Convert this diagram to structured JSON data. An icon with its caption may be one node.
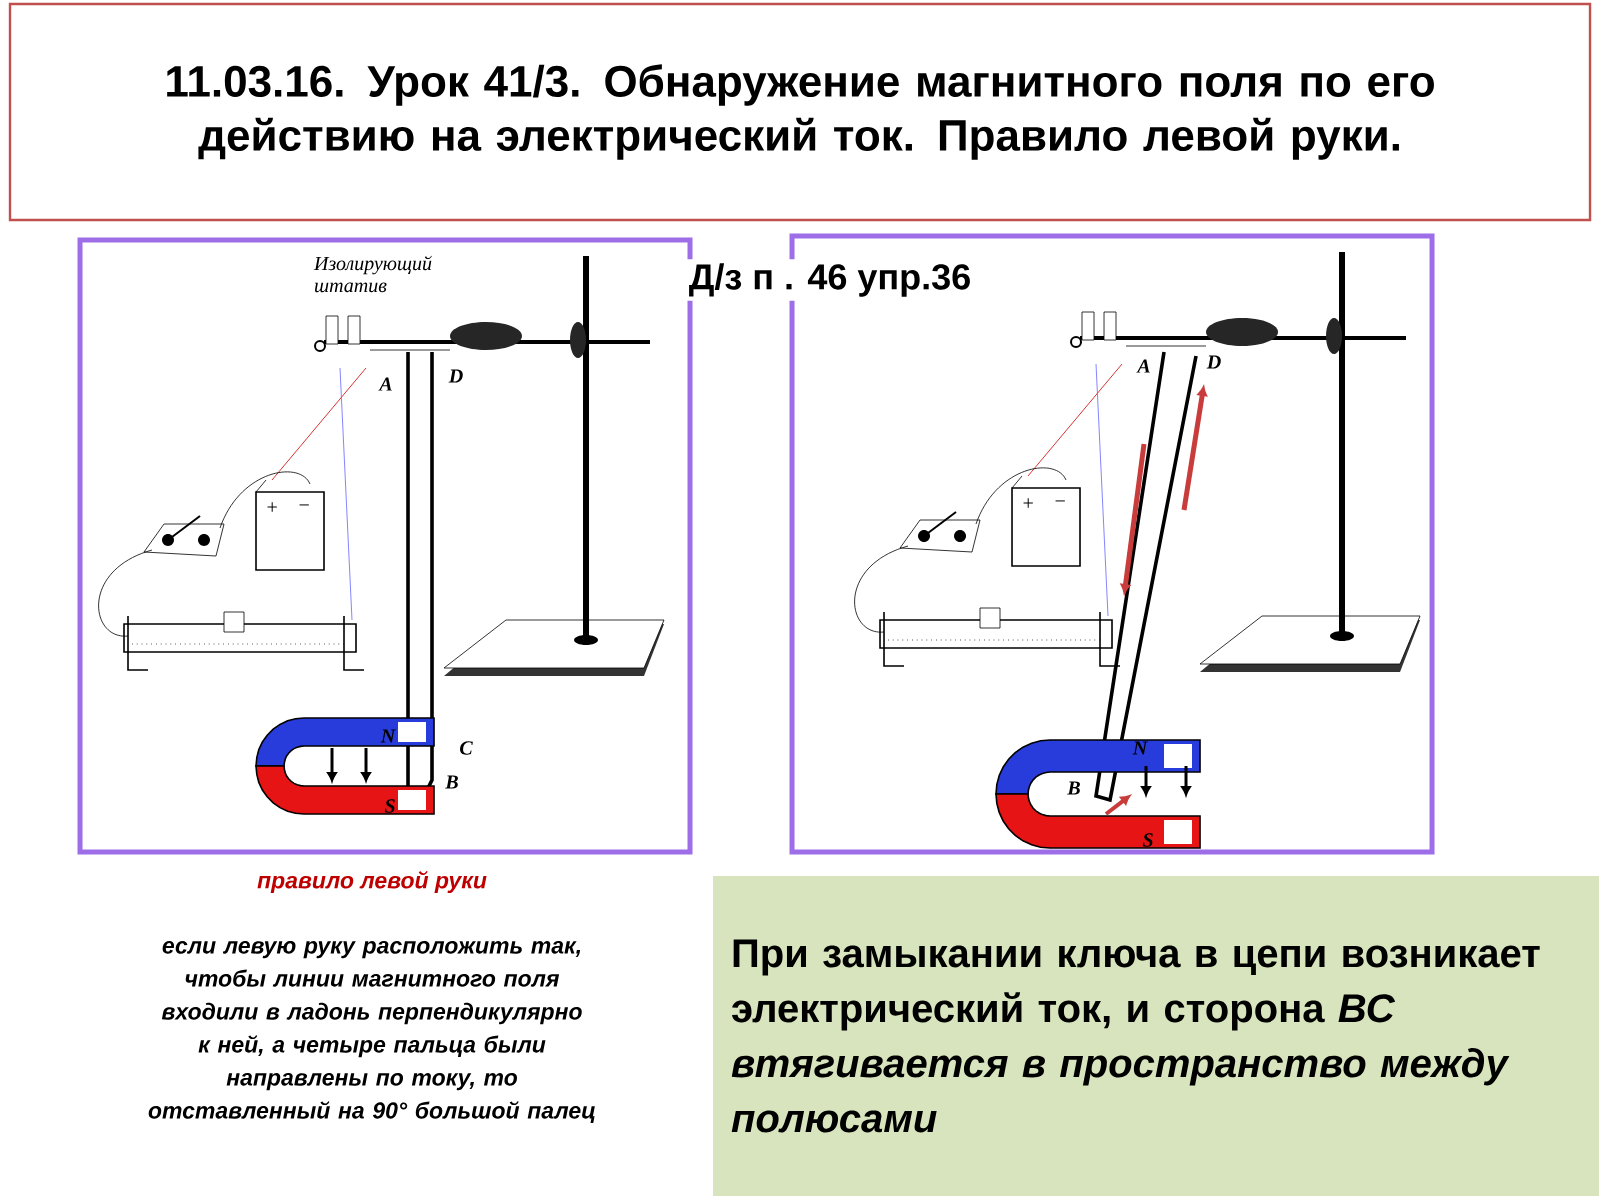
{
  "diagram": {
    "title": "11.03.16. Урок 41/3. Обнаружение магнитного поля по его действию на электрический ток. Правило левой руки.",
    "nodes": [
      {
        "text": [
          "При замыкании ключа в цепи возникает электрический ток, и сторона *ВС втягивается в пространство между полюсами*"
        ]
      }
    ],
    "labels": [
      "Д/з  п . 46 упр.36",
      "Изолирующий штатив",
      "A",
      "D",
      "+",
      "−",
      "N",
      "C",
      "B",
      "S",
      "A",
      "D",
      "+",
      "−",
      "N",
      "B",
      "S",
      "правило левой руки",
      "если левую руку расположить так, чтобы линии магнитного поля входили в ладонь перпендикулярно к ней, а четыре пальца были направлены по току, то отставленный на 90° большой палец"
    ]
  }
}
